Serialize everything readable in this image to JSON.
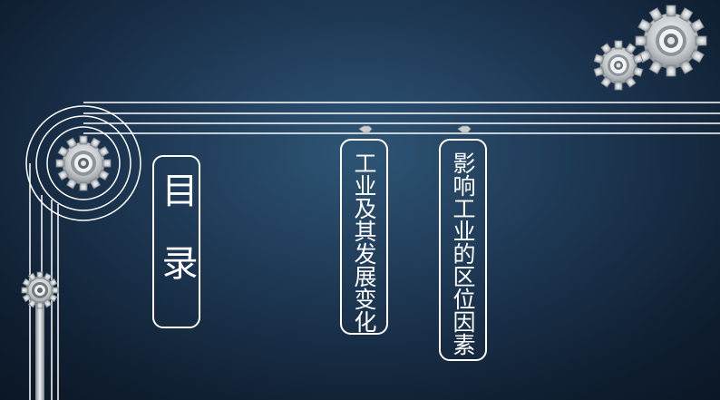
{
  "toc": {
    "label": "目录"
  },
  "topics": [
    {
      "label": "工业及其发展变化"
    },
    {
      "label": "影响工业的区位因素"
    }
  ],
  "icons": [
    "large-gear-icon",
    "small-gear-icon",
    "pulley-gear-icon",
    "chain-gear-icon",
    "hex-bolt-icon"
  ],
  "colors": {
    "background_center": "#2e5575",
    "background_edge": "#0a1624",
    "line": "#ffffff",
    "gear": "#cfd3d6"
  }
}
